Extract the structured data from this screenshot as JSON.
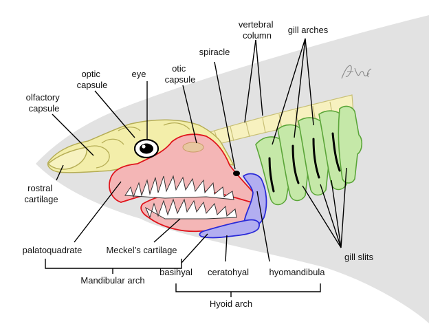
{
  "labels": {
    "olfactory_capsule": [
      "olfactory",
      "capsule"
    ],
    "optic_capsule": [
      "optic",
      "capsule"
    ],
    "eye": "eye",
    "otic_capsule": [
      "otic",
      "capsule"
    ],
    "spiracle": "spiracle",
    "vertebral_column": [
      "vertebral",
      "column"
    ],
    "gill_arches": "gill arches",
    "rostral_cartilage": [
      "rostral",
      "cartilage"
    ],
    "palatoquadrate": "palatoquadrate",
    "meckels_cartilage": "Meckel’s cartilage",
    "mandibular_arch": "Mandibular arch",
    "basihyal": "basihyal",
    "ceratohyal": "ceratohyal",
    "hyomandibula": "hyomandibula",
    "hyoid_arch": "Hyoid arch",
    "gill_slits": "gill slits"
  },
  "colors": {
    "body_fill": "#e2e2e2",
    "neurocranium": "#f3eeaa",
    "neurocranium_outline": "#b5ad55",
    "jaw_fill": "#f4b6b6",
    "jaw_outline": "#e0141c",
    "hyoid_fill": "#b2aef0",
    "hyoid_outline": "#2a2ad8",
    "gill_fill": "#c5e8a8",
    "gill_outline": "#5aa538",
    "otic_capsule": "#e8c7a0"
  }
}
